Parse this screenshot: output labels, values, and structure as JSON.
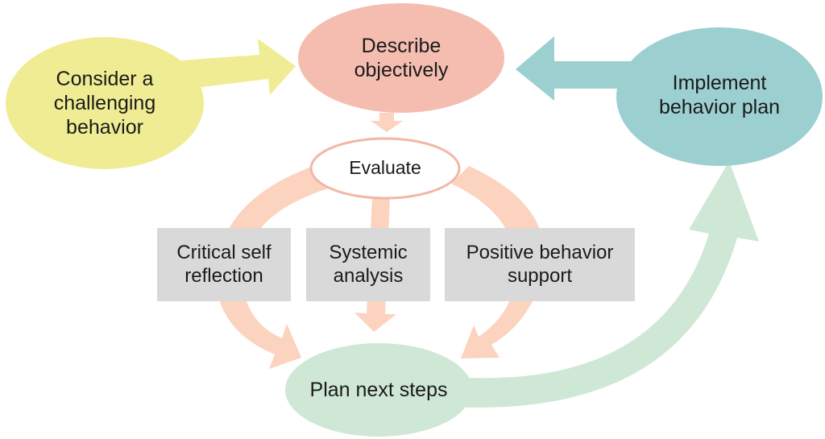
{
  "nodes": {
    "consider": {
      "text": "Consider a\nchallenging\nbehavior",
      "color": "#f0ec94"
    },
    "describe": {
      "text": "Describe\nobjectively",
      "color": "#f5bdb0"
    },
    "implement": {
      "text": "Implement\nbehavior plan",
      "color": "#9ccfd0"
    },
    "evaluate": {
      "text": "Evaluate",
      "stroke": "#f2b6a6"
    },
    "critical": {
      "text": "Critical self\nreflection",
      "color": "#d9d9d9"
    },
    "systemic": {
      "text": "Systemic\nanalysis",
      "color": "#d9d9d9"
    },
    "positive": {
      "text": "Positive behavior\nsupport",
      "color": "#d9d9d9"
    },
    "plan": {
      "text": "Plan next steps",
      "color": "#cfe8d6"
    }
  },
  "arrow_colors": {
    "consider_to_describe": "#f0ec94",
    "implement_to_describe": "#9ccfd0",
    "evaluate_flows": "#fbd3bf",
    "plan_to_implement": "#cfe8d6"
  }
}
